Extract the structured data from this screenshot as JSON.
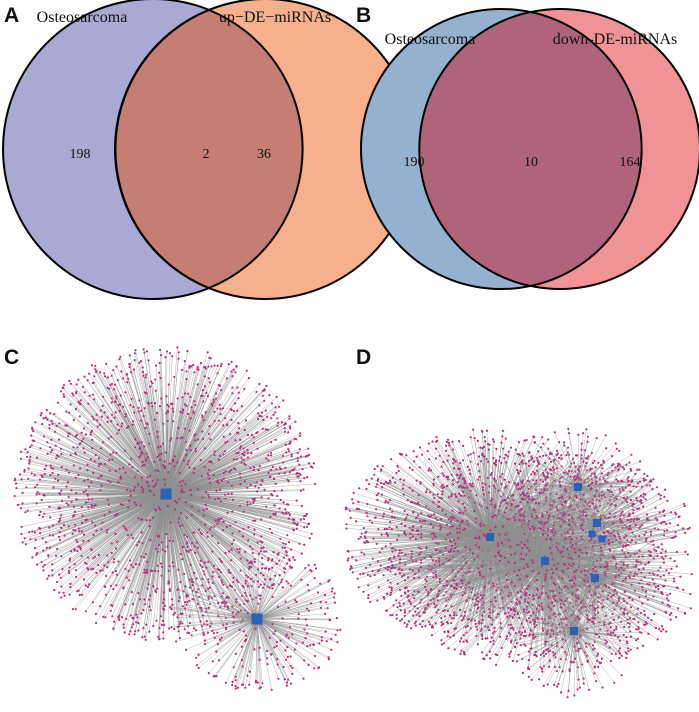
{
  "panels": {
    "a": {
      "letter": "A",
      "left_label": "Osteosarcoma",
      "right_label": "up−DE−miRNAs",
      "left_only": "198",
      "overlap": "2",
      "right_only": "36",
      "left_color": "#a9a9d3",
      "right_color": "#f6b08e",
      "overlap_color": "#c47f72"
    },
    "b": {
      "letter": "B",
      "left_label": "Osteosarcoma",
      "right_label": "down-DE-miRNAs",
      "left_only": "190",
      "overlap": "10",
      "right_only": "164",
      "left_color": "#94b1cf",
      "right_color": "#ef9396",
      "overlap_color": "#b0647b"
    },
    "c": {
      "letter": "C",
      "hub_count": 2
    },
    "d": {
      "letter": "D",
      "hub_count": 8
    }
  },
  "network_colors": {
    "edge": "#8f8f8f",
    "target_node": "#b0327f",
    "hub_node": "#2a62b5"
  }
}
